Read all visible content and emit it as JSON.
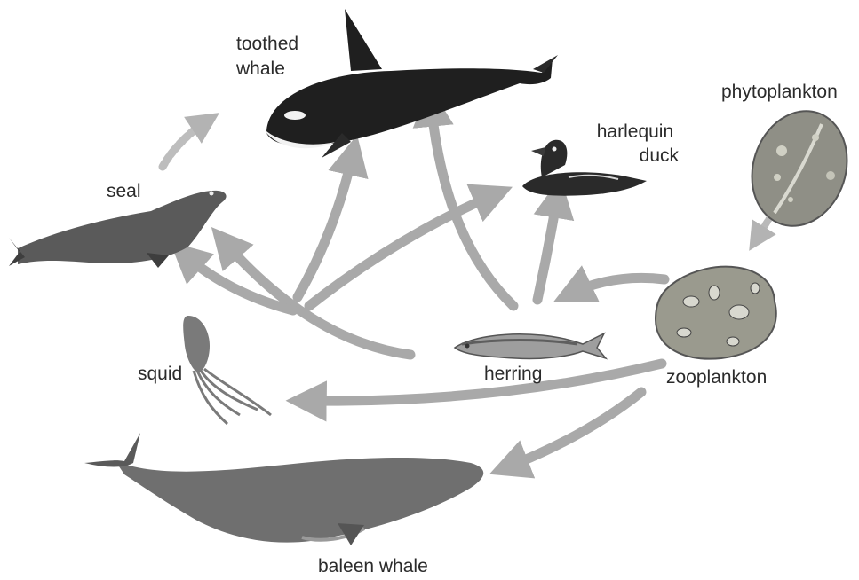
{
  "labels": {
    "toothed_whale": [
      "toothed",
      "whale"
    ],
    "phytoplankton": "phytoplankton",
    "harlequin_duck": [
      "harlequin",
      "duck"
    ],
    "seal": "seal",
    "squid": "squid",
    "herring": "herring",
    "zooplankton": "zooplankton",
    "baleen_whale": "baleen whale"
  },
  "colors": {
    "arrow": "#a9a9a9",
    "animal_dark": "#2a2a2a",
    "animal_mid": "#6f6f6f",
    "plankton_fill": "#9a9a8e",
    "label_text": "#2b2b2b"
  }
}
